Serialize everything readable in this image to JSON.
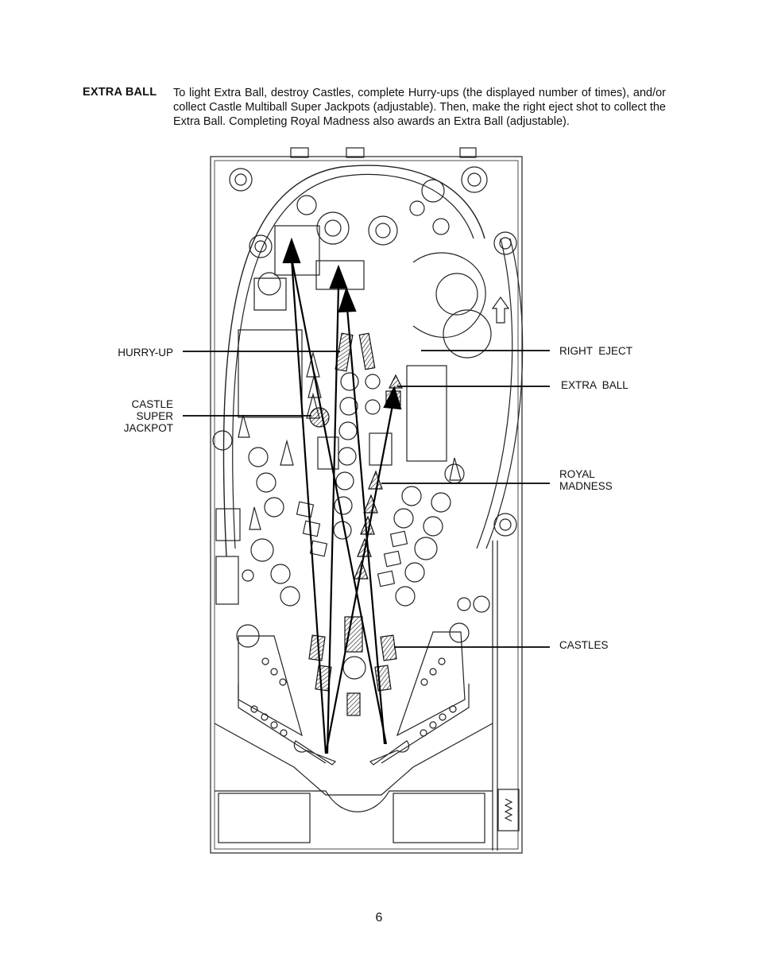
{
  "section": {
    "term": "EXTRA BALL",
    "description": "To light Extra Ball, destroy Castles, complete Hurry-ups (the displayed number of times), and/or collect Castle Multiball Super Jackpots (adjustable). Then, make the right eject shot to collect the Extra Ball. Completing Royal Madness also awards an Extra Ball (adjustable)."
  },
  "callouts": {
    "hurry_up": "HURRY-UP",
    "castle_super_jackpot": [
      "CASTLE",
      "SUPER",
      "JACKPOT"
    ],
    "right_eject": "RIGHT  EJECT",
    "extra_ball": "EXTRA  BALL",
    "royal_madness": [
      "ROYAL",
      "MADNESS"
    ],
    "castles": "CASTLES"
  },
  "page_number": "6"
}
